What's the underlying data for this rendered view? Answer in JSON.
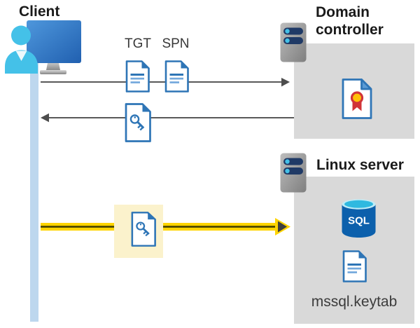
{
  "client": {
    "label": "Client"
  },
  "tickets": {
    "tgt_label": "TGT",
    "spn_label": "SPN"
  },
  "domain_controller": {
    "label": "Domain controller"
  },
  "linux_server": {
    "label": "Linux server",
    "sql_label": "SQL",
    "keytab_label": "mssql.keytab"
  },
  "colors": {
    "doc_blue": "#2E75B6",
    "doc_line_light": "#74A9DC",
    "box_gray": "#D9D9D9",
    "arrow_gray": "#595959",
    "highlight_cream": "#FBF2CC",
    "arrow_yellow": "#FFD400",
    "lifeline_blue": "#BDD7EE",
    "cert_red": "#D13438",
    "cert_gold": "#FFC008",
    "sql_body_blue": "#0C60AC",
    "sql_top_cyan": "#2FB9E0",
    "server_pill_navy": "#203A66",
    "server_dot_cyan": "#44C1E8",
    "person_cyan": "#44C1E8"
  }
}
